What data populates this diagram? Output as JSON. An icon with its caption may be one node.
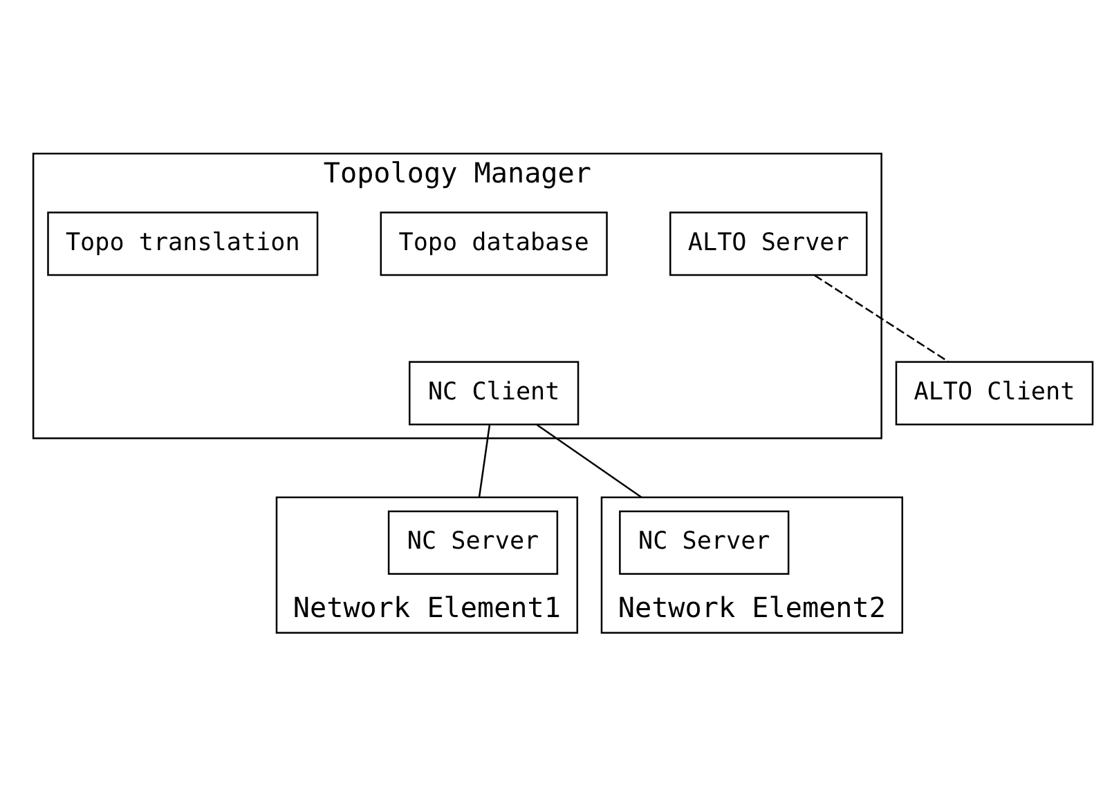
{
  "diagram": {
    "nodes": [
      {
        "text": [
          "Topology Manager"
        ]
      },
      {
        "text": [
          "Topo translation"
        ],
        "in": 0
      },
      {
        "text": [
          "Topo database"
        ],
        "in": 0
      },
      {
        "text": [
          "ALTO Server"
        ],
        "in": 0
      },
      {
        "text": [
          "NC Client"
        ],
        "in": 0
      },
      {
        "text": [
          "ALTO Client"
        ]
      },
      {
        "text": [
          "Network Element1"
        ]
      },
      {
        "text": [
          "NC Server"
        ],
        "in": 6
      },
      {
        "text": [
          "Network Element2"
        ]
      },
      {
        "text": [
          "NC Server"
        ],
        "in": 8
      }
    ],
    "edges": [
      {
        "from": 3,
        "to": 5,
        "arrow": "none",
        "style": "dashed"
      },
      {
        "from": 4,
        "to": 6,
        "arrow": "none"
      },
      {
        "from": 4,
        "to": 8,
        "arrow": "none"
      }
    ]
  }
}
